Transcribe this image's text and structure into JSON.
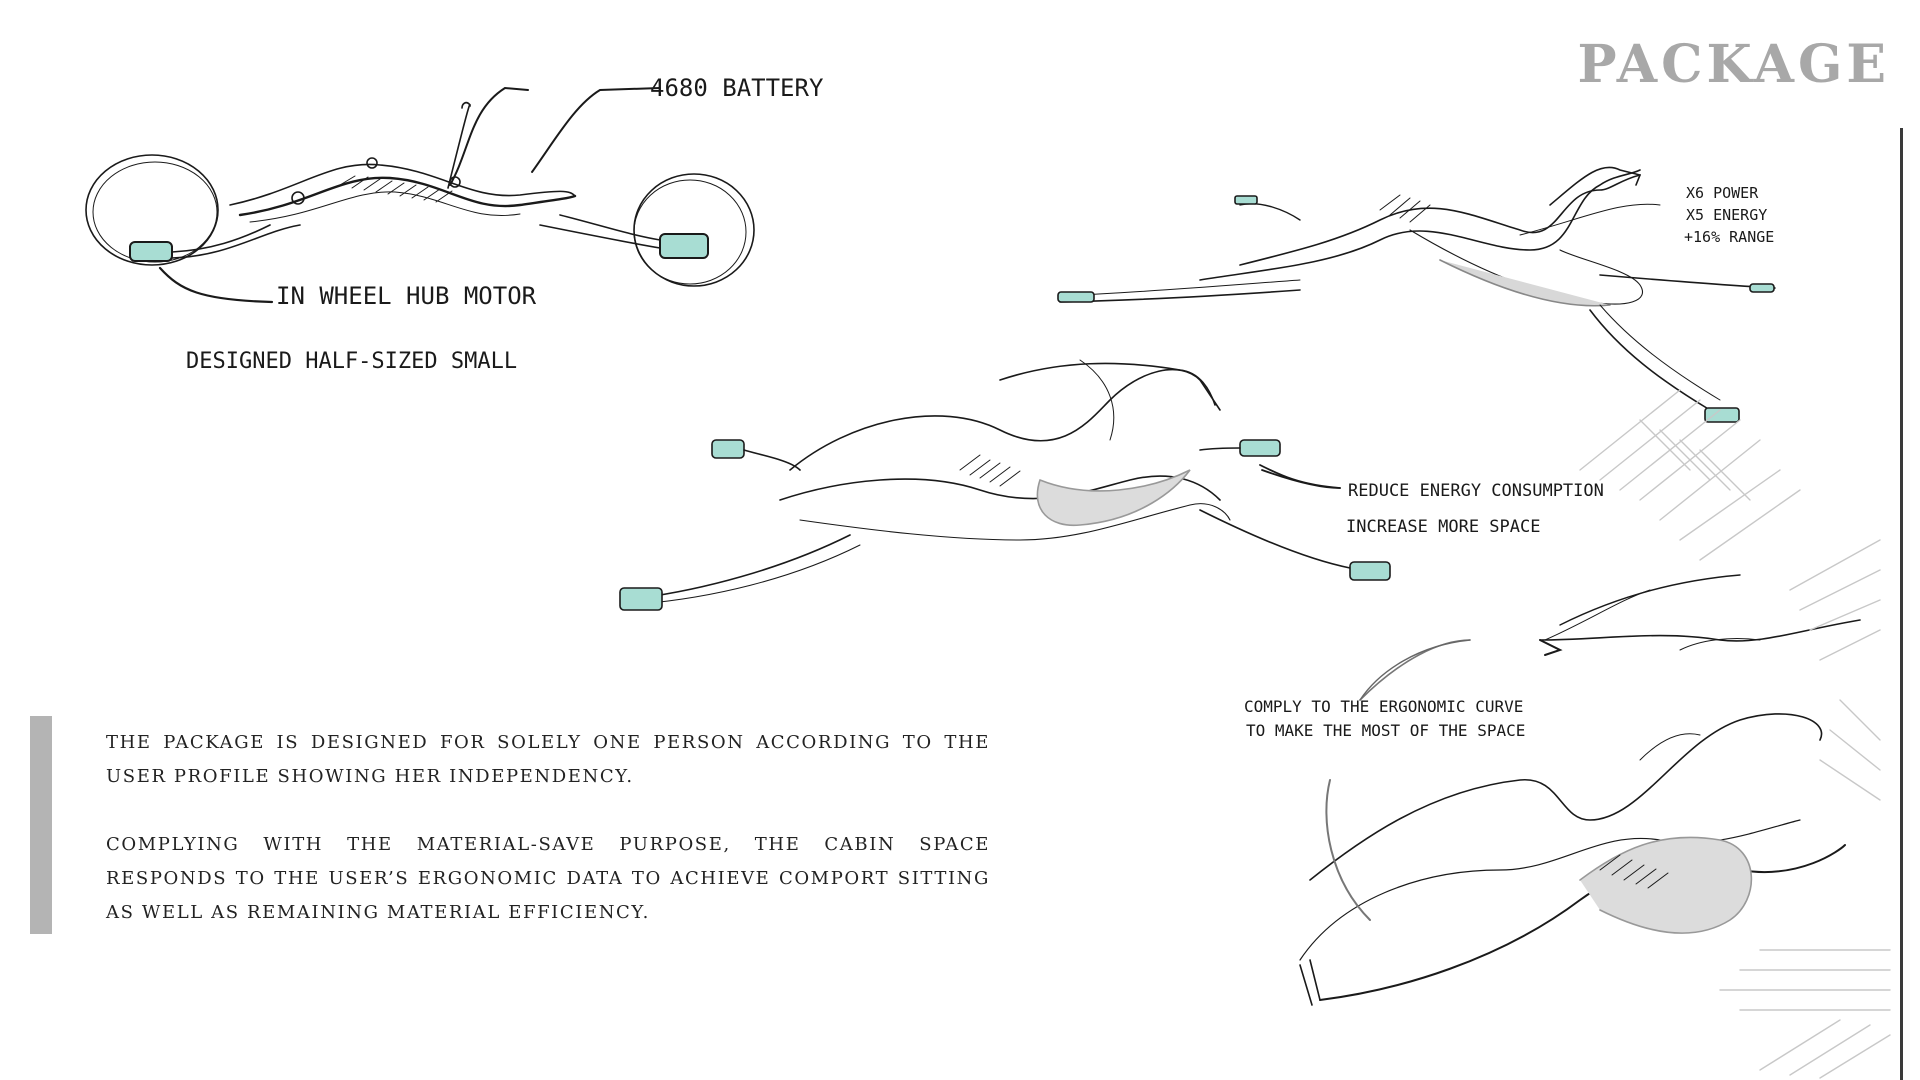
{
  "page": {
    "title": "PACKAGE"
  },
  "sketch_labels": {
    "battery": "4680 BATTERY",
    "motor": "IN WHEEL HUB MOTOR",
    "designed": "DESIGNED HALF-SIZED SMALL",
    "power": "X6 POWER",
    "energy": "X5 ENERGY",
    "range": "+16% RANGE",
    "reduce": "REDUCE ENERGY CONSUMPTION",
    "increase": "INCREASE MORE SPACE",
    "comply_1": "COMPLY TO THE ERGONOMIC CURVE",
    "comply_2": "TO MAKE THE MOST OF THE SPACE"
  },
  "body": {
    "paragraph_1": "The package is designed for solely one person according to the user profile showing her independency.",
    "paragraph_2": "Complying with the material-save purpose, the cabin space responds to the user’s ergonomic data to achieve comport sitting as well as remaining material efficiency."
  },
  "colors": {
    "accent_teal": "#a8ddd3",
    "ink": "#1a1a1a",
    "title_grey": "#a8a8a8",
    "bar_grey": "#b4b4b4"
  }
}
